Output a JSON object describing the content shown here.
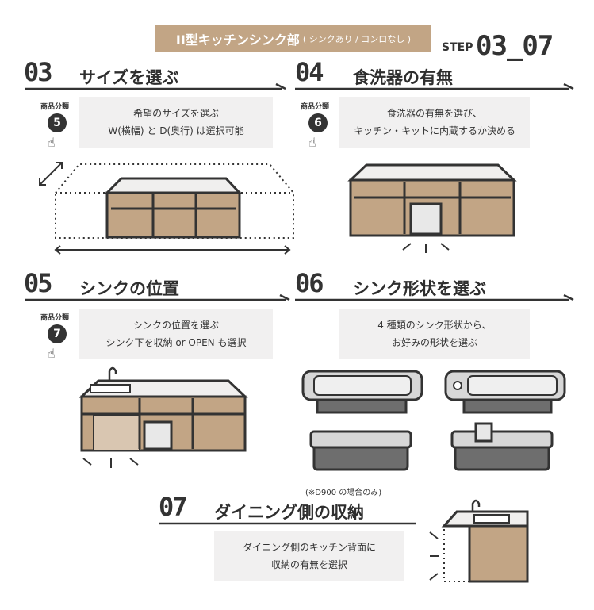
{
  "banner": {
    "title": "II型キッチンシンク部",
    "subtitle": "( シンクあり / コンロなし )"
  },
  "step_range": {
    "prefix": "STEP",
    "range": "03_07"
  },
  "category_label": "商品分類",
  "steps": [
    {
      "number": "03",
      "title": "サイズを選ぶ",
      "badge": "5",
      "desc_lines": [
        "希望のサイズを選ぶ",
        "W(横幅) と D(奥行) は選択可能"
      ]
    },
    {
      "number": "04",
      "title": "食洗器の有無",
      "badge": "6",
      "desc_lines": [
        "食洗器の有無を選び、",
        "キッチン・キットに内蔵するか決める"
      ]
    },
    {
      "number": "05",
      "title": "シンクの位置",
      "badge": "7",
      "desc_lines": [
        "シンクの位置を選ぶ",
        "シンク下を収納 or OPEN も選択"
      ]
    },
    {
      "number": "06",
      "title": "シンク形状を選ぶ",
      "desc_lines": [
        "4 種類のシンク形状から、",
        "お好みの形状を選ぶ"
      ]
    },
    {
      "number": "07",
      "title": "ダイニング側の収納",
      "note": "(※D900 の場合のみ)",
      "desc_lines": [
        "ダイニング側のキッチン背面に",
        "収納の有無を選択"
      ]
    }
  ],
  "colors": {
    "wood": "#c2a585",
    "dark": "#333333",
    "panel": "#f1f0f0",
    "top": "#f0efee"
  }
}
